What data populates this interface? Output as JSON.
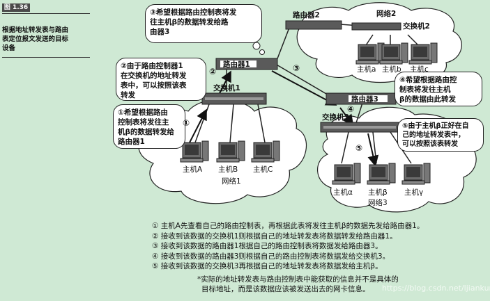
{
  "figure": {
    "tag": "图 1.36",
    "caption_lines": [
      "根据地址转发表与路由",
      "表定位报文发送的目标",
      "设备"
    ]
  },
  "notes": {
    "note3": [
      "③希望根据路由控制表将发",
      "往主机β的数据转发给路",
      "由器3"
    ],
    "note2": [
      "②由于路由控制器1",
      "在交换机的地址转发",
      "表中，可以按照该表",
      "转发"
    ],
    "note1": [
      "①希望根据路由",
      "控制表将发往主",
      "机β的数据转发给",
      "路由器1"
    ],
    "note4": [
      "④希望根据路由控",
      "制表将发往主机",
      "β的数据由此转发"
    ],
    "note5": [
      "⑤由于主机β正好在自",
      "己的地址转发表中，",
      "可以按照该表转发"
    ]
  },
  "devices": {
    "router1": "路由器1",
    "router2": "路由器2",
    "router3": "路由器3",
    "switch1": "交换机1",
    "switch2": "交换机2",
    "switch3": "交换机3",
    "hostA": "主机A",
    "hostB": "主机B",
    "hostC": "主机C",
    "host_a": "主机a",
    "host_b": "主机b",
    "host_c": "主机c",
    "host_alpha": "主机α",
    "host_beta": "主机β",
    "host_gamma": "主机γ"
  },
  "networks": {
    "net1": "网络1",
    "net2": "网络2",
    "net3": "网络3"
  },
  "markers": {
    "m1": "①",
    "m2": "②",
    "m3": "③",
    "m4": "④",
    "m5": "⑤"
  },
  "legend": [
    "① 主机A先查看自己的路由控制表，再根据此表将发往主机β的数据先发给路由器1。",
    "② 接收到该数据的交换机1则根据自己的地址转发表将数据转发给路由器1。",
    "③ 接收到该数据的路由器1根据自己的路由控制表将数据发给路由器3。",
    "④ 接收到该数据的路由器3则根据自己的路由控制表将数据发给交换机3。",
    "⑤ 接收到该数据的交换机3再根据自己的地址转发表将数据发给主机β。"
  ],
  "footnote": [
    "*实际的地址转发表与路由控制表中能获取的信息并不是具体的",
    "目标地址，而是该数据应该被发送出去的网卡信息。"
  ],
  "watermark": "https://blog.csdn.net/ljiankunking",
  "colors": {
    "background": "#cfe9d4",
    "cloud": "#ffffff",
    "device": "#555555",
    "arrow": "#111111"
  }
}
